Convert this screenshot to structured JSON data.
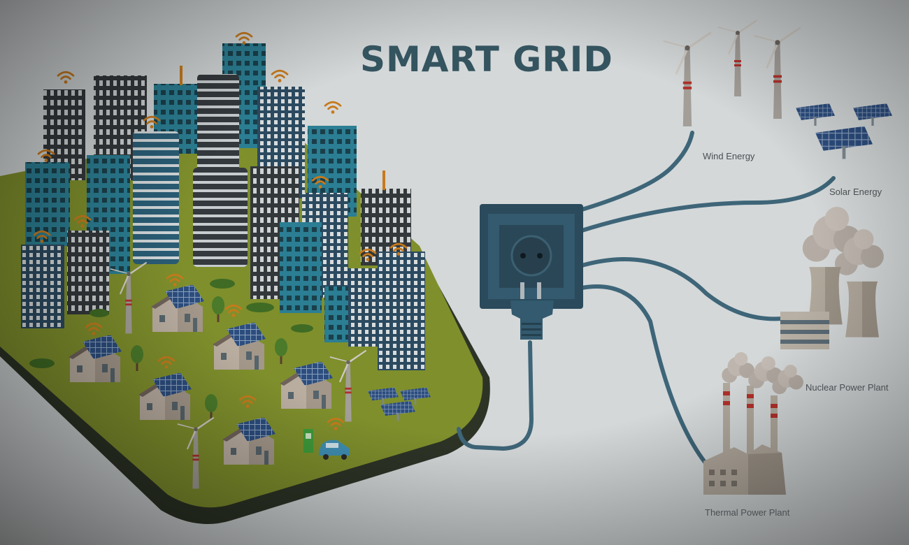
{
  "title": "SMART GRID",
  "sources": [
    {
      "label": "Wind Energy"
    },
    {
      "label": "Solar Energy"
    },
    {
      "label": "Nuclear Power Plant"
    },
    {
      "label": "Thermal Power Plant"
    }
  ],
  "colors": {
    "background": "#d4d8d9",
    "ground": "#7f8f2c",
    "ground_edge": "#2d3426",
    "building_teal": "#2b7e93",
    "building_dark": "#34393c",
    "building_navy": "#2b4a60",
    "cable": "#3e6578",
    "socket": "#2b4a5c",
    "wifi": "#c77a1c",
    "solar_panel": "#2c4d7e",
    "house_wall": "#b9ada0",
    "tree": "#4a7a2a",
    "stripe_red": "#b0302a"
  },
  "icons": [
    "wifi-icon",
    "wind-turbine-icon",
    "solar-panel-icon",
    "power-socket-icon",
    "plug-icon",
    "cooling-tower-icon",
    "factory-icon",
    "electric-car-icon",
    "charging-station-icon",
    "house-icon",
    "tree-icon"
  ]
}
